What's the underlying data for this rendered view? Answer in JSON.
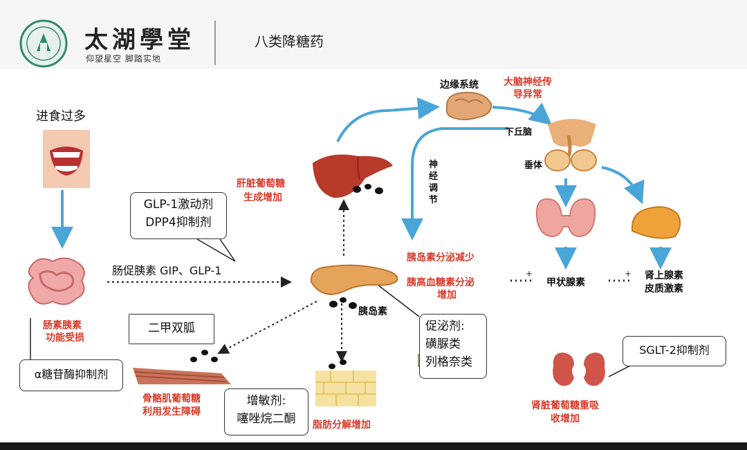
{
  "header": {
    "brand": "太湖學堂",
    "slogan": "仰望星空  脚踏实地",
    "title": "八类降糖药"
  },
  "labels": {
    "overeating": "进食过多",
    "intestine_hormone": "肠促胰素 GIP、GLP-1",
    "intestine_dysfunction": [
      "肠素胰素",
      "功能受损"
    ],
    "liver": [
      "肝脏葡萄糖",
      "生成增加"
    ],
    "limbic": "边缘系统",
    "brain_signal": [
      "大脑神经传",
      "导异常"
    ],
    "hypothalamus": "下丘脑",
    "pituitary": "垂体",
    "nerve_reg": [
      "神",
      "经",
      "调",
      "节"
    ],
    "insulin_down": "胰岛素分泌减少",
    "glucagon_up": [
      "胰高血糖素分泌",
      "增加"
    ],
    "thyroid_hormone": "甲状腺素",
    "adrenal_hormone": [
      "肾上腺素",
      "皮质激素"
    ],
    "insulin": "胰岛素",
    "muscle": [
      "骨骼肌葡萄糖",
      "利用发生障碍"
    ],
    "fat": "脂肪分解增加",
    "kidney": [
      "肾脏葡萄糖重吸",
      "收增加"
    ]
  },
  "drug_boxes": {
    "glp1": [
      "GLP-1激动剂",
      "DPP4抑制剂"
    ],
    "alpha": "α糖苷酶抑制剂",
    "metformin": "二甲双胍",
    "sensitizer": [
      "增敏剂:",
      "噻唑烷二酮"
    ],
    "secretagogue": [
      "促泌剂:",
      "磺脲类",
      "列格奈类"
    ],
    "sglt2": "SGLT-2抑制剂"
  },
  "colors": {
    "arrow": "#4aa6d6",
    "red_text": "#d83a2a",
    "liver": "#b83a2a",
    "pancreas": "#e6a35a"
  },
  "icons": [
    "mouth-icon",
    "intestine-icon",
    "liver-icon",
    "pancreas-icon",
    "brain-icon",
    "pituitary-icon",
    "thyroid-icon",
    "adrenal-icon",
    "muscle-icon",
    "fat-icon",
    "kidney-icon",
    "cursor-icon"
  ]
}
